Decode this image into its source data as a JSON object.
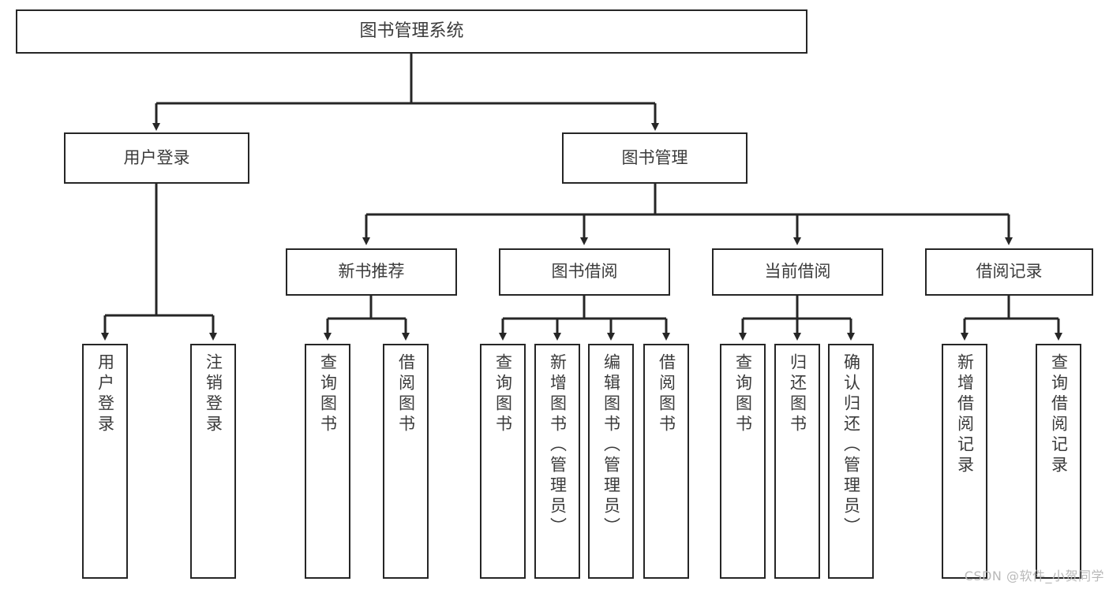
{
  "diagram": {
    "title": "图书管理系统",
    "type": "tree-hierarchy-diagram",
    "colors": {
      "box_border": "#262626",
      "box_fill": "#ffffff",
      "text": "#3b3b3b",
      "connector": "#262626",
      "watermark": "#b9b9b9",
      "background": "#ffffff"
    },
    "root": {
      "label": "图书管理系统"
    },
    "level1": [
      {
        "label": "用户登录"
      },
      {
        "label": "图书管理"
      }
    ],
    "level2": [
      {
        "label": "新书推荐"
      },
      {
        "label": "图书借阅"
      },
      {
        "label": "当前借阅"
      },
      {
        "label": "借阅记录"
      }
    ],
    "leaves": {
      "user_login": [
        {
          "label": "用户登录"
        },
        {
          "label": "注销登录"
        }
      ],
      "new_book_recommend": [
        {
          "label": "查询图书"
        },
        {
          "label": "借阅图书"
        }
      ],
      "book_borrow": [
        {
          "label": "查询图书"
        },
        {
          "label": "新增图书（管理员）"
        },
        {
          "label": "编辑图书（管理员）"
        },
        {
          "label": "借阅图书"
        }
      ],
      "current_borrow": [
        {
          "label": "查询图书"
        },
        {
          "label": "归还图书"
        },
        {
          "label": "确认归还（管理员）"
        }
      ],
      "borrow_record": [
        {
          "label": "新增借阅记录"
        },
        {
          "label": "查询借阅记录"
        }
      ]
    },
    "watermark": "CSDN @软件_小贺同学"
  }
}
